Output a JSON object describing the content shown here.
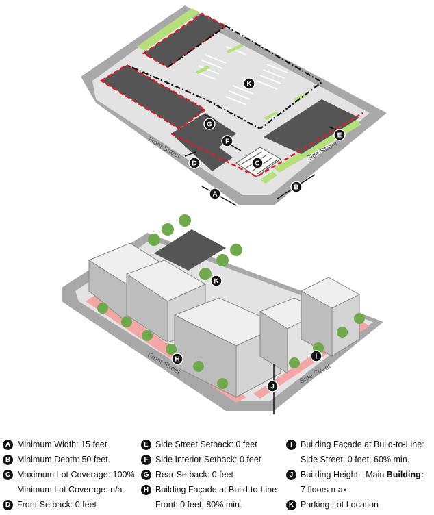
{
  "colors": {
    "street": "#a8a8a8",
    "lot": "#e3e3e3",
    "building_dark": "#555555",
    "green": "#b5e07a",
    "red": "#d8202a",
    "frontage": "#f2a6a6",
    "tree": "#6ea94b",
    "block_light": "#efefef",
    "block_mid": "#d4d4d4",
    "block_dark": "#bdbdbd"
  },
  "diagram": {
    "street_top_front": "Front Street",
    "street_top_side": "Side Street",
    "street_bottom_front": "Front Street",
    "street_bottom_side": "Side Street",
    "markers": [
      {
        "key": "K",
        "label": "K"
      },
      {
        "key": "G",
        "label": "G"
      },
      {
        "key": "F",
        "label": "F"
      },
      {
        "key": "D",
        "label": "D"
      },
      {
        "key": "C",
        "label": "C"
      },
      {
        "key": "E",
        "label": "E"
      },
      {
        "key": "A",
        "label": "A"
      },
      {
        "key": "B",
        "label": "B"
      },
      {
        "key": "K2",
        "label": "K"
      },
      {
        "key": "H",
        "label": "H"
      },
      {
        "key": "I",
        "label": "I"
      },
      {
        "key": "J",
        "label": "J"
      }
    ]
  },
  "legend": {
    "col1": [
      {
        "badge": "A",
        "text": "Minimum Width: 15 feet"
      },
      {
        "badge": "B",
        "text": "Minimum Depth: 50 feet"
      },
      {
        "badge": "C",
        "text": "Maximum Lot Coverage: 100%"
      },
      {
        "badge": "",
        "text": "Minimum Lot Coverage: n/a"
      },
      {
        "badge": "D",
        "text": "Front Setback: 0 feet"
      }
    ],
    "col2": [
      {
        "badge": "E",
        "text": "Side Street Setback: 0 feet"
      },
      {
        "badge": "F",
        "text": "Side Interior Setback: 0 feet"
      },
      {
        "badge": "G",
        "text": "Rear Setback: 0 feet"
      },
      {
        "badge": "H",
        "text": "Building Façade at Build-to-Line:"
      },
      {
        "badge": "",
        "text": "Front: 0 feet, 80% min."
      }
    ],
    "col3": [
      {
        "badge": "I",
        "text": "Building Façade at Build-to-Line:"
      },
      {
        "badge": "",
        "text": "Side Street: 0 feet, 60% min."
      },
      {
        "badge": "J",
        "text_a": "Building Height - Main ",
        "text_b": "Building:"
      },
      {
        "badge": "",
        "text": "7 floors max."
      },
      {
        "badge": "K",
        "text": "Parking Lot Location"
      }
    ]
  }
}
